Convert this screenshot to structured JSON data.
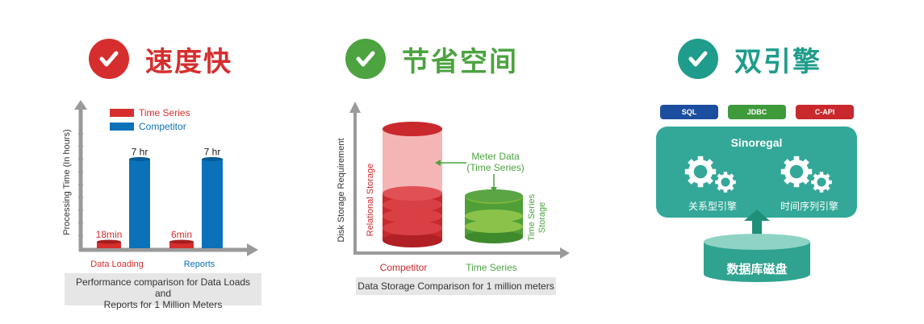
{
  "colors": {
    "red": "#d62e2e",
    "blue": "#0b72b9",
    "green": "#4ca340",
    "teal": "#1f9c8b",
    "storage_red": "#c9282d",
    "storage_green": "#56a83c"
  },
  "panel1": {
    "heading": "速度快",
    "legend": [
      "Time Series",
      "Competitor"
    ],
    "ylabel": "Processing Time (In hours)",
    "caption_line1": "Performance comparison for Data Loads and",
    "caption_line2": "Reports for 1 Million Meters"
  },
  "panel2": {
    "heading": "节省空间",
    "ylabel": "Disk Storage Requirement",
    "relational_label": "Relational Storage",
    "meter_label_line1": "Meter Data",
    "meter_label_line2": "(Time Series)",
    "ts_storage_line1": "Time Series",
    "ts_storage_line2": "Storage",
    "x_competitor": "Competitor",
    "x_timeseries": "Time Series",
    "caption": "Data Storage Comparison for 1 million meters"
  },
  "panel3": {
    "heading": "双引擎",
    "apis": [
      "SQL",
      "JDBC",
      "C-API"
    ],
    "engine_title": "Sinoregal",
    "engine_left": "关系型引擎",
    "engine_right": "时间序列引擎",
    "storage": "数据库磁盘"
  },
  "chart_data": {
    "type": "bar",
    "categories": [
      "Data Loading",
      "Reports"
    ],
    "series": [
      {
        "name": "Time Series",
        "values": [
          0.3,
          0.1
        ],
        "labels": [
          "18min",
          "6min"
        ]
      },
      {
        "name": "Competitor",
        "values": [
          7,
          7
        ],
        "labels": [
          "7 hr",
          "7 hr"
        ]
      }
    ],
    "ylabel": "Processing Time (In hours)",
    "ylim": [
      0,
      10
    ]
  }
}
